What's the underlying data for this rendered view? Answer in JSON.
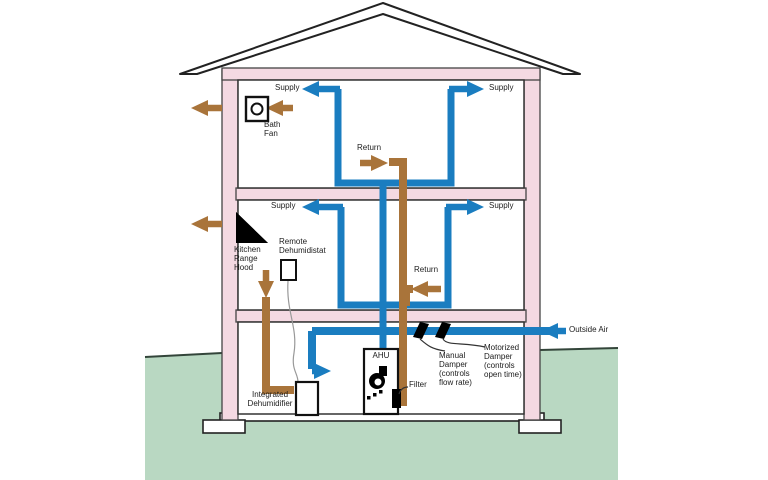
{
  "diagram_title": "Whole-house ventilation and dehumidification duct diagram",
  "labels": {
    "supply_top_left": "Supply",
    "supply_top_right": "Supply",
    "return_top": "Return",
    "bath_fan": "Bath\nFan",
    "supply_mid_left": "Supply",
    "supply_mid_right": "Supply",
    "kitchen_range_hood": "Kitchen\nRange\nHood",
    "remote_dehumidistat": "Remote\nDehumidistat",
    "return_mid": "Return",
    "outside_air": "Outside Air",
    "integrated_dehumidifier": "Integrated\nDehumidifier",
    "ahu": "AHU",
    "filter": "Filter",
    "manual_damper": "Manual\nDamper\n(controls\nflow rate)",
    "motorized_damper": "Motorized\nDamper\n(controls\nopen time)"
  },
  "icons": [
    "bath-fan-icon",
    "kitchen-range-hood-icon",
    "remote-dehumidistat-icon",
    "integrated-dehumidifier-icon",
    "ahu-icon",
    "blower-icon",
    "filter-icon",
    "manual-damper-icon",
    "motorized-damper-icon",
    "supply-arrow-icon",
    "exhaust-arrow-icon"
  ],
  "colors": {
    "supply_duct_blue": "#1a7dc0",
    "exhaust_duct_brown": "#a9743a",
    "wall_pink": "#f4d9e2",
    "ground_green": "#b9d8c2",
    "outline_dark": "#222222",
    "background": "#ffffff"
  }
}
